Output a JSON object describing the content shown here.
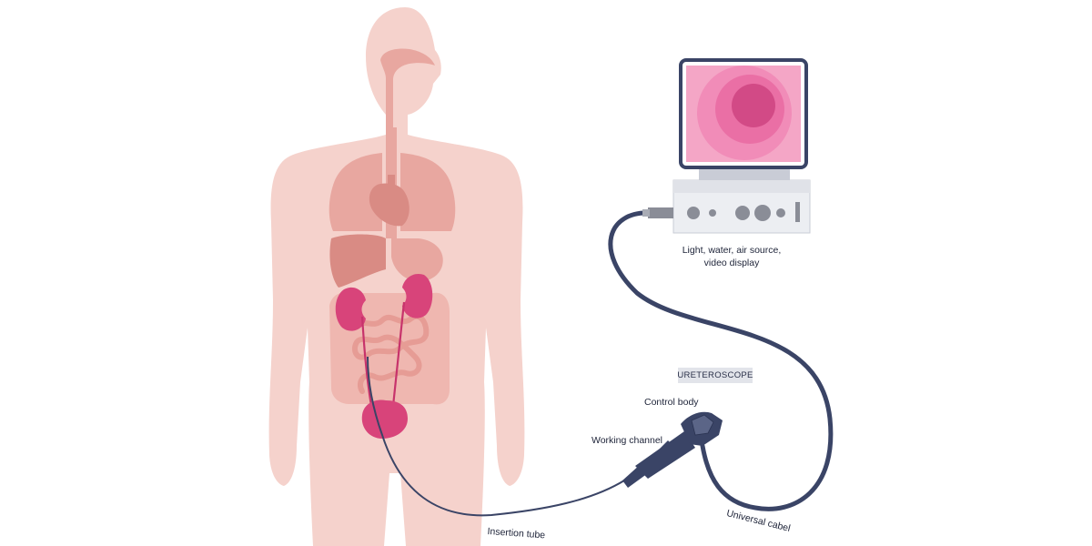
{
  "labels": {
    "source": [
      "Light, water, air source,",
      "video display"
    ],
    "badge": "URETEROSCOPE",
    "control_body": "Control body",
    "working_channel": "Working channel",
    "insertion_tube": "Insertion tube",
    "universal_cable": "Universal cabel"
  },
  "colors": {
    "skin": "#f5d2cc",
    "organ": "#e8a7a0",
    "organ_dark": "#d98b84",
    "kidney": "#d8447a",
    "cable": "#3a4466",
    "screen_outer": "#f4a6c6",
    "screen_inner": "#d24a86"
  }
}
